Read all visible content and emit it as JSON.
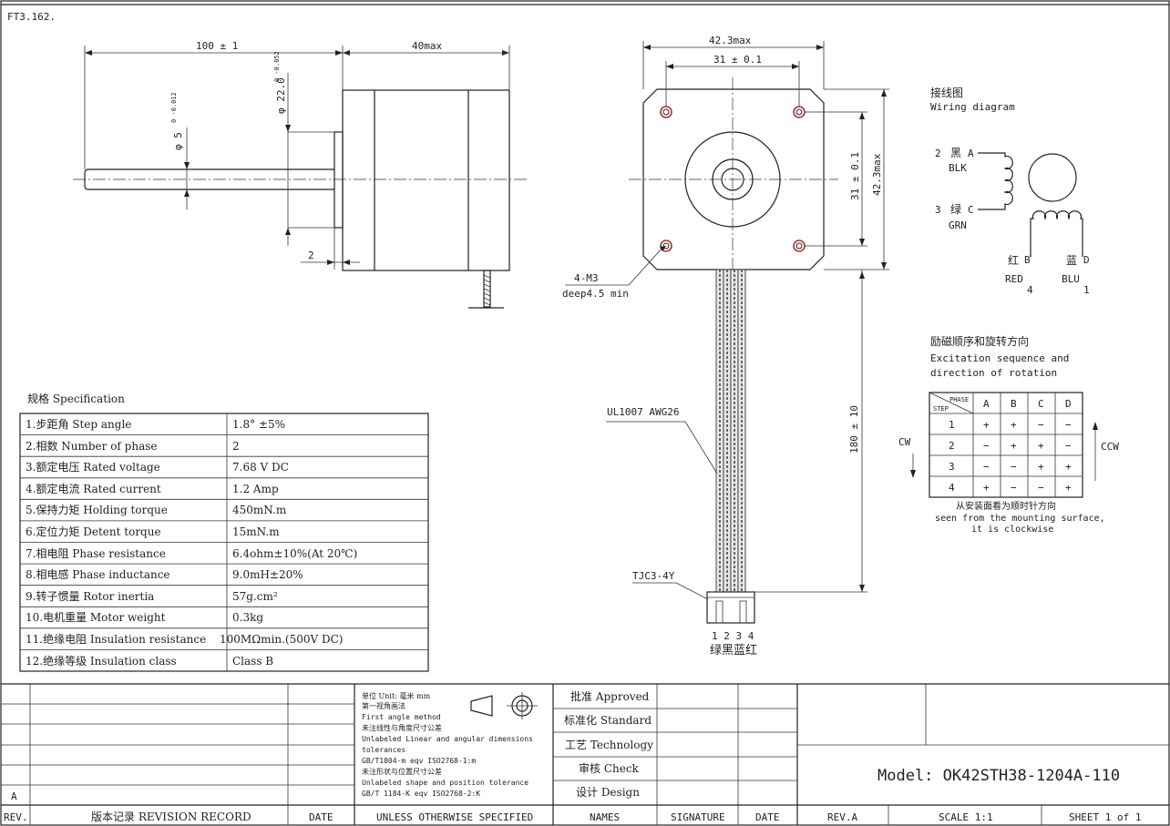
{
  "drawing_no": "FT3.162.",
  "side_view": {
    "dim_shaft_length": "100 ± 1",
    "dim_body_length": "40max",
    "dim_shaft_dia_main": "φ 5",
    "dim_shaft_dia_tol": "0 -0.012",
    "dim_boss_dia_main": "φ 22.0",
    "dim_boss_dia_tol": "0 -0.052",
    "dim_boss_height": "2"
  },
  "front_view": {
    "dim_width_max": "42.3max",
    "dim_hole_spacing_h": "31 ± 0.1",
    "dim_hole_spacing_v": "31 ± 0.1",
    "dim_height_max": "42.3max",
    "hole_note_1": "4-M3",
    "hole_note_2": "deep4.5 min",
    "cable_label": "UL1007 AWG26",
    "cable_length": "180 ± 10",
    "connector_label": "TJC3-4Y",
    "pin_numbers": "1 2 3 4",
    "pin_colors": "绿黑蓝红"
  },
  "wiring": {
    "title_cn": "接线图",
    "title_en": "Wiring diagram",
    "a_num": "2",
    "a_cn": "黑",
    "a_letter": "A",
    "a_en": "BLK",
    "c_num": "3",
    "c_cn": "绿",
    "c_letter": "C",
    "c_en": "GRN",
    "b_cn": "红",
    "b_letter": "B",
    "b_en": "RED",
    "b_num": "4",
    "d_cn": "蓝",
    "d_letter": "D",
    "d_en": "BLU",
    "d_num": "1"
  },
  "excitation": {
    "title_cn": "励磁顺序和旋转方向",
    "title_en_1": "Excitation sequence and",
    "title_en_2": "direction of rotation",
    "header_phase": "PHASE",
    "header_step": "STEP",
    "phases": [
      "A",
      "B",
      "C",
      "D"
    ],
    "rows": [
      {
        "step": "1",
        "cells": [
          "+",
          "+",
          "−",
          "−"
        ]
      },
      {
        "step": "2",
        "cells": [
          "−",
          "+",
          "+",
          "−"
        ]
      },
      {
        "step": "3",
        "cells": [
          "−",
          "−",
          "+",
          "+"
        ]
      },
      {
        "step": "4",
        "cells": [
          "+",
          "−",
          "−",
          "+"
        ]
      }
    ],
    "cw": "CW",
    "ccw": "CCW",
    "note_cn": "从安装面看为顺时针方向",
    "note_en_1": "seen from the mounting surface,",
    "note_en_2": "it is clockwise"
  },
  "spec": {
    "title": "规格 Specification",
    "rows": [
      {
        "label": "1.步距角 Step angle",
        "value": "1.8° ±5%"
      },
      {
        "label": "2.相数 Number of phase",
        "value": "2"
      },
      {
        "label": "3.额定电压 Rated voltage",
        "value": "7.68 V DC"
      },
      {
        "label": "4.额定电流 Rated current",
        "value": "1.2 Amp"
      },
      {
        "label": "5.保持力矩 Holding torque",
        "value": "450mN.m"
      },
      {
        "label": "6.定位力矩 Detent torque",
        "value": "15mN.m"
      },
      {
        "label": "7.相电阻 Phase resistance",
        "value": "6.4ohm±10%(At 20℃)"
      },
      {
        "label": "8.相电感 Phase inductance",
        "value": "9.0mH±20%"
      },
      {
        "label": "9.转子惯量 Rotor inertia",
        "value": "57g.cm²"
      },
      {
        "label": "10.电机重量 Motor weight",
        "value": "0.3kg"
      },
      {
        "label": "11.绝缘电阻 Insulation resistance",
        "value": "100MΩmin.(500V DC)"
      },
      {
        "label": "12.绝缘等级 Insulation class",
        "value": "Class B"
      }
    ]
  },
  "title_block": {
    "rev_a": "A",
    "col_rev": "REV.",
    "col_revision_record": "版本记录 REVISION RECORD",
    "col_date": "DATE",
    "notes": [
      "单位 Unit: 毫米 mm",
      "第一视角画法",
      "First angle method",
      "未注线性与角度尺寸公差",
      "Unlabeled Linear and angular dimensions",
      "tolerances",
      "GB/T1804-m  eqv ISO2768-1:m",
      "未注形状与位置尺寸公差",
      "Unlabeled shape and position tolerance",
      "GB/T 1184-K  eqv ISO2768-2:K"
    ],
    "unless": "UNLESS OTHERWISE SPECIFIED",
    "approved": "批准 Approved",
    "standard": "标准化 Standard",
    "technology": "工艺 Technology",
    "check": "审核 Check",
    "design": "设计 Design",
    "names": "NAMES",
    "signature": "SIGNATURE",
    "date": "DATE",
    "rev_label": "REV.A",
    "model": "Model: OK42STH38-1204A-110",
    "scale": "SCALE 1:1",
    "sheet": "SHEET 1 of 1"
  }
}
